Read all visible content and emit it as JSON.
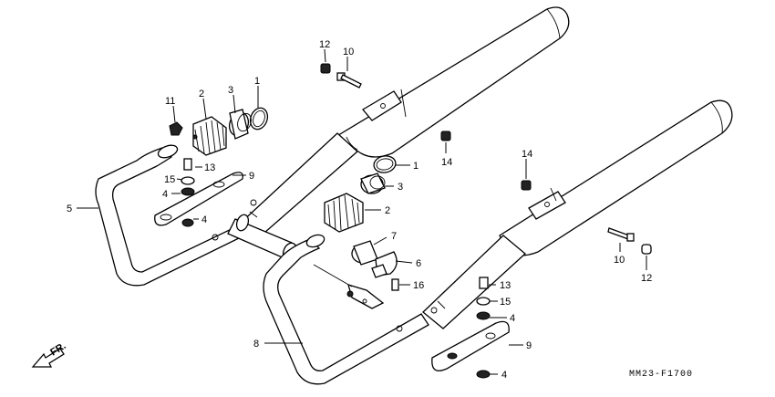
{
  "callouts": {
    "c1a": "1",
    "c2a": "2",
    "c3a": "3",
    "c11": "11",
    "c15a": "15",
    "c13a": "13",
    "c9a": "9",
    "c4a": "4",
    "c4b": "4",
    "c5": "5",
    "c12a": "12",
    "c10a": "10",
    "c14a": "14",
    "c1b": "1",
    "c3b": "3",
    "c2b": "2",
    "c7": "7",
    "c6": "6",
    "c16": "16",
    "c14b": "14",
    "c10b": "10",
    "c12b": "12",
    "c13b": "13",
    "c15b": "15",
    "c4c": "4",
    "c9b": "9",
    "c4d": "4",
    "c8": "8"
  },
  "direction_label": "FR.",
  "diagram_code": "MM23-F1700"
}
